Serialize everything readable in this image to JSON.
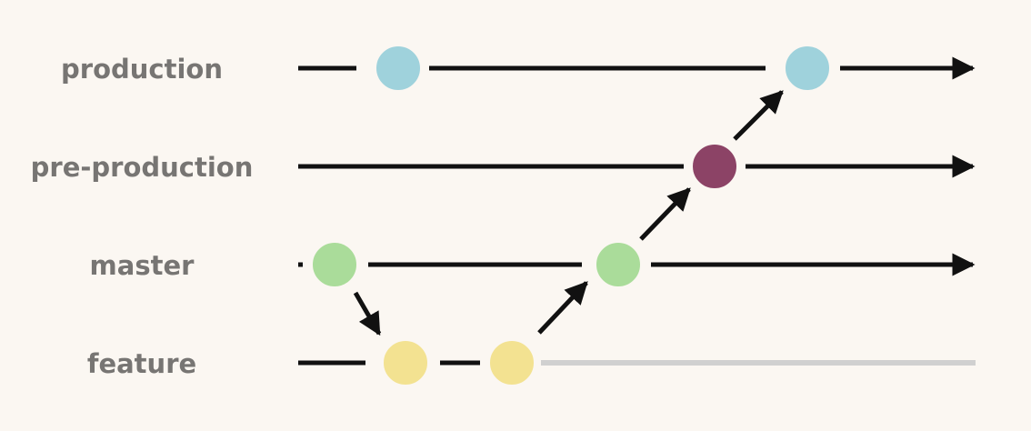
{
  "colors": {
    "background": "#fbf7f2",
    "line": "#111111",
    "inactive_line": "#d0d0d0",
    "label": "#777573",
    "production_commit": "#9fd2dc",
    "pre_production_commit": "#8c4366",
    "master_commit": "#aadc9a",
    "feature_commit": "#f3e291"
  },
  "branches": [
    {
      "id": "production",
      "label": "production"
    },
    {
      "id": "pre-production",
      "label": "pre-production"
    },
    {
      "id": "master",
      "label": "master"
    },
    {
      "id": "feature",
      "label": "feature"
    }
  ],
  "commits": [
    {
      "id": "prod-1",
      "branch": "production"
    },
    {
      "id": "prod-2",
      "branch": "production"
    },
    {
      "id": "preprod-1",
      "branch": "pre-production"
    },
    {
      "id": "master-1",
      "branch": "master"
    },
    {
      "id": "master-2",
      "branch": "master"
    },
    {
      "id": "feature-1",
      "branch": "feature"
    },
    {
      "id": "feature-2",
      "branch": "feature"
    }
  ],
  "edges": [
    {
      "from": "master-1",
      "to": "feature-1"
    },
    {
      "from": "feature-2",
      "to": "master-2"
    },
    {
      "from": "master-2",
      "to": "preprod-1"
    },
    {
      "from": "preprod-1",
      "to": "prod-2"
    }
  ]
}
